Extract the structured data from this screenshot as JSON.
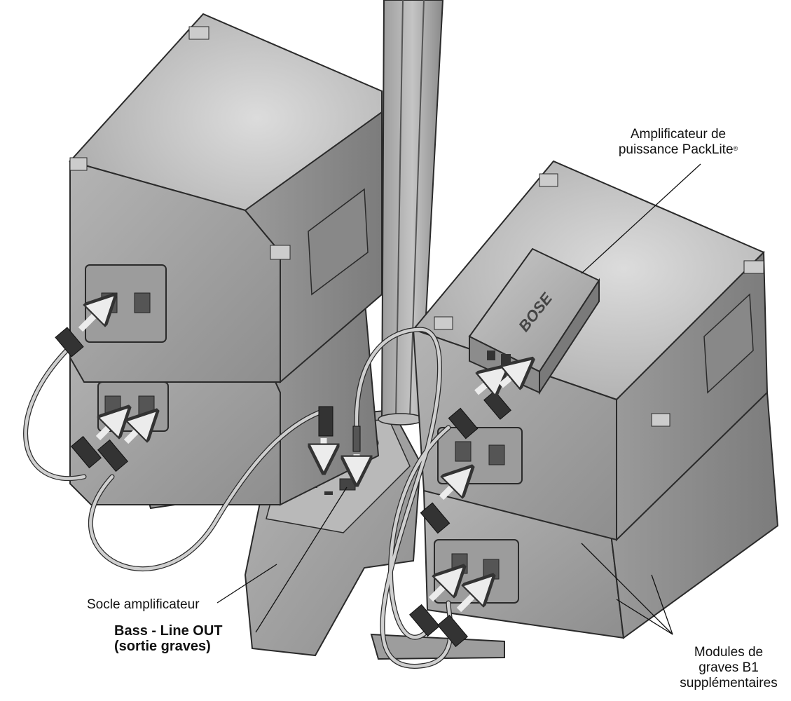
{
  "labels": {
    "amp_line1": "Amplificateur de",
    "amp_line2": "puissance PackLite",
    "amp_reg": "®",
    "socle": "Socle amplificateur",
    "bass_line1": "Bass - Line OUT",
    "bass_line2": "(sortie graves)",
    "modules_line1": "Modules de",
    "modules_line2": "graves B1",
    "modules_line3": "supplémentaires"
  },
  "logo_text": "BOSE",
  "colors": {
    "cabinet_top": "#c9c9c9",
    "cabinet_front": "#a9a9a9",
    "cabinet_side": "#8f8f8f",
    "outline": "#2a2a2a",
    "cable": "#bdbdbd",
    "arrow": "#e6e6e6"
  }
}
